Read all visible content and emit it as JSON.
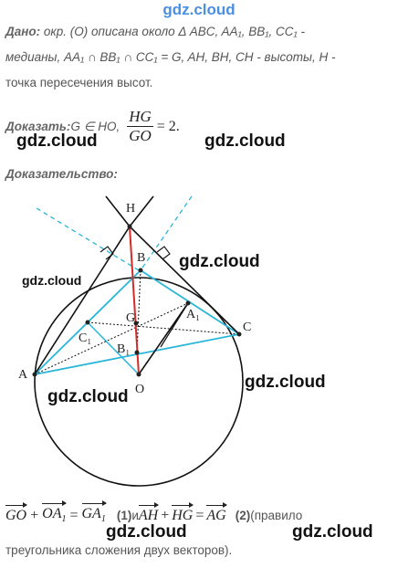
{
  "watermark": "gdz.cloud",
  "given": {
    "label": "Дано:",
    "line1": " окр. (О) описана около  Δ ABC, AA₁, BB₁, CC₁ -",
    "line2": "медианы, AA₁ ∩ BB₁ ∩ CC₁ = G, AH, BH, CH - высоты, H -",
    "line3": "точка пересечения высот."
  },
  "prove": {
    "label": "Доказать:",
    "text": " G ∈ HO,",
    "frac_num": "HG",
    "frac_den": "GO",
    "equals": "= 2."
  },
  "proof_label": "Доказательство:",
  "diagram_labels": {
    "H": "H",
    "B": "B",
    "G": "G",
    "A1": "A₁",
    "C1": "C₁",
    "B1": "B₁",
    "A": "A",
    "C": "C",
    "O": "O"
  },
  "formula": {
    "v1": "GO",
    "plus1": "+",
    "v2": "OA",
    "v2sub": "1",
    "eq1": "=",
    "v3": "GA",
    "v3sub": "1",
    "n1": "(1)",
    "and": " и ",
    "v4": "AH",
    "plus2": "+",
    "v5": "HG",
    "eq2": "=",
    "v6": "AG",
    "n2": "(2)",
    "note1": " (правило",
    "note2": "треугольника сложения двух векторов)."
  },
  "colors": {
    "accent": "#4a90e2",
    "cyan": "#29b6d9",
    "red": "#d62b2b"
  }
}
